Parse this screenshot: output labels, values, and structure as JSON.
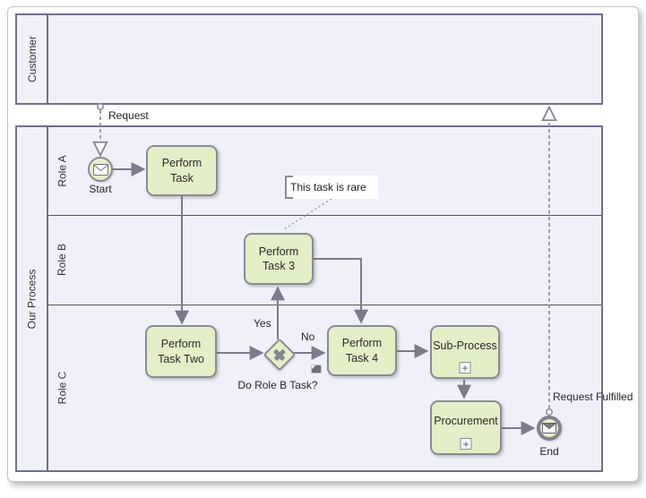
{
  "pools": [
    {
      "name": "Customer"
    },
    {
      "name": "Our Process",
      "lanes": [
        "Role A",
        "Role B",
        "Role C"
      ]
    }
  ],
  "nodes": {
    "start": {
      "label": "Start",
      "type": "message-start-event"
    },
    "task1": {
      "label": "Perform Task"
    },
    "task2": {
      "label": "Perform Task Two"
    },
    "task3": {
      "label": "Perform Task 3"
    },
    "task4": {
      "label": "Perform Task 4"
    },
    "subprocess": {
      "label": "Sub-Process"
    },
    "procurement": {
      "label": "Procurement"
    },
    "end": {
      "label": "End",
      "type": "message-end-event"
    },
    "gateway": {
      "label": "Do Role B Task?",
      "type": "exclusive-gateway"
    }
  },
  "flow_labels": {
    "request": "Request",
    "request_fulfilled": "Request Fulfilled",
    "yes": "Yes",
    "no": "No"
  },
  "annotation": {
    "text": "This task is rare"
  },
  "icons": {
    "plus_marker": "+"
  },
  "colors": {
    "task_fill": "#e3efc6",
    "task_border": "#8b8b96",
    "pool_fill": "#f0f1f8",
    "pool_border": "#70708a",
    "sequence_flow": "#7b7b8c",
    "message_flow": "#8a8a96",
    "annotation_bg": "#ffffff"
  }
}
